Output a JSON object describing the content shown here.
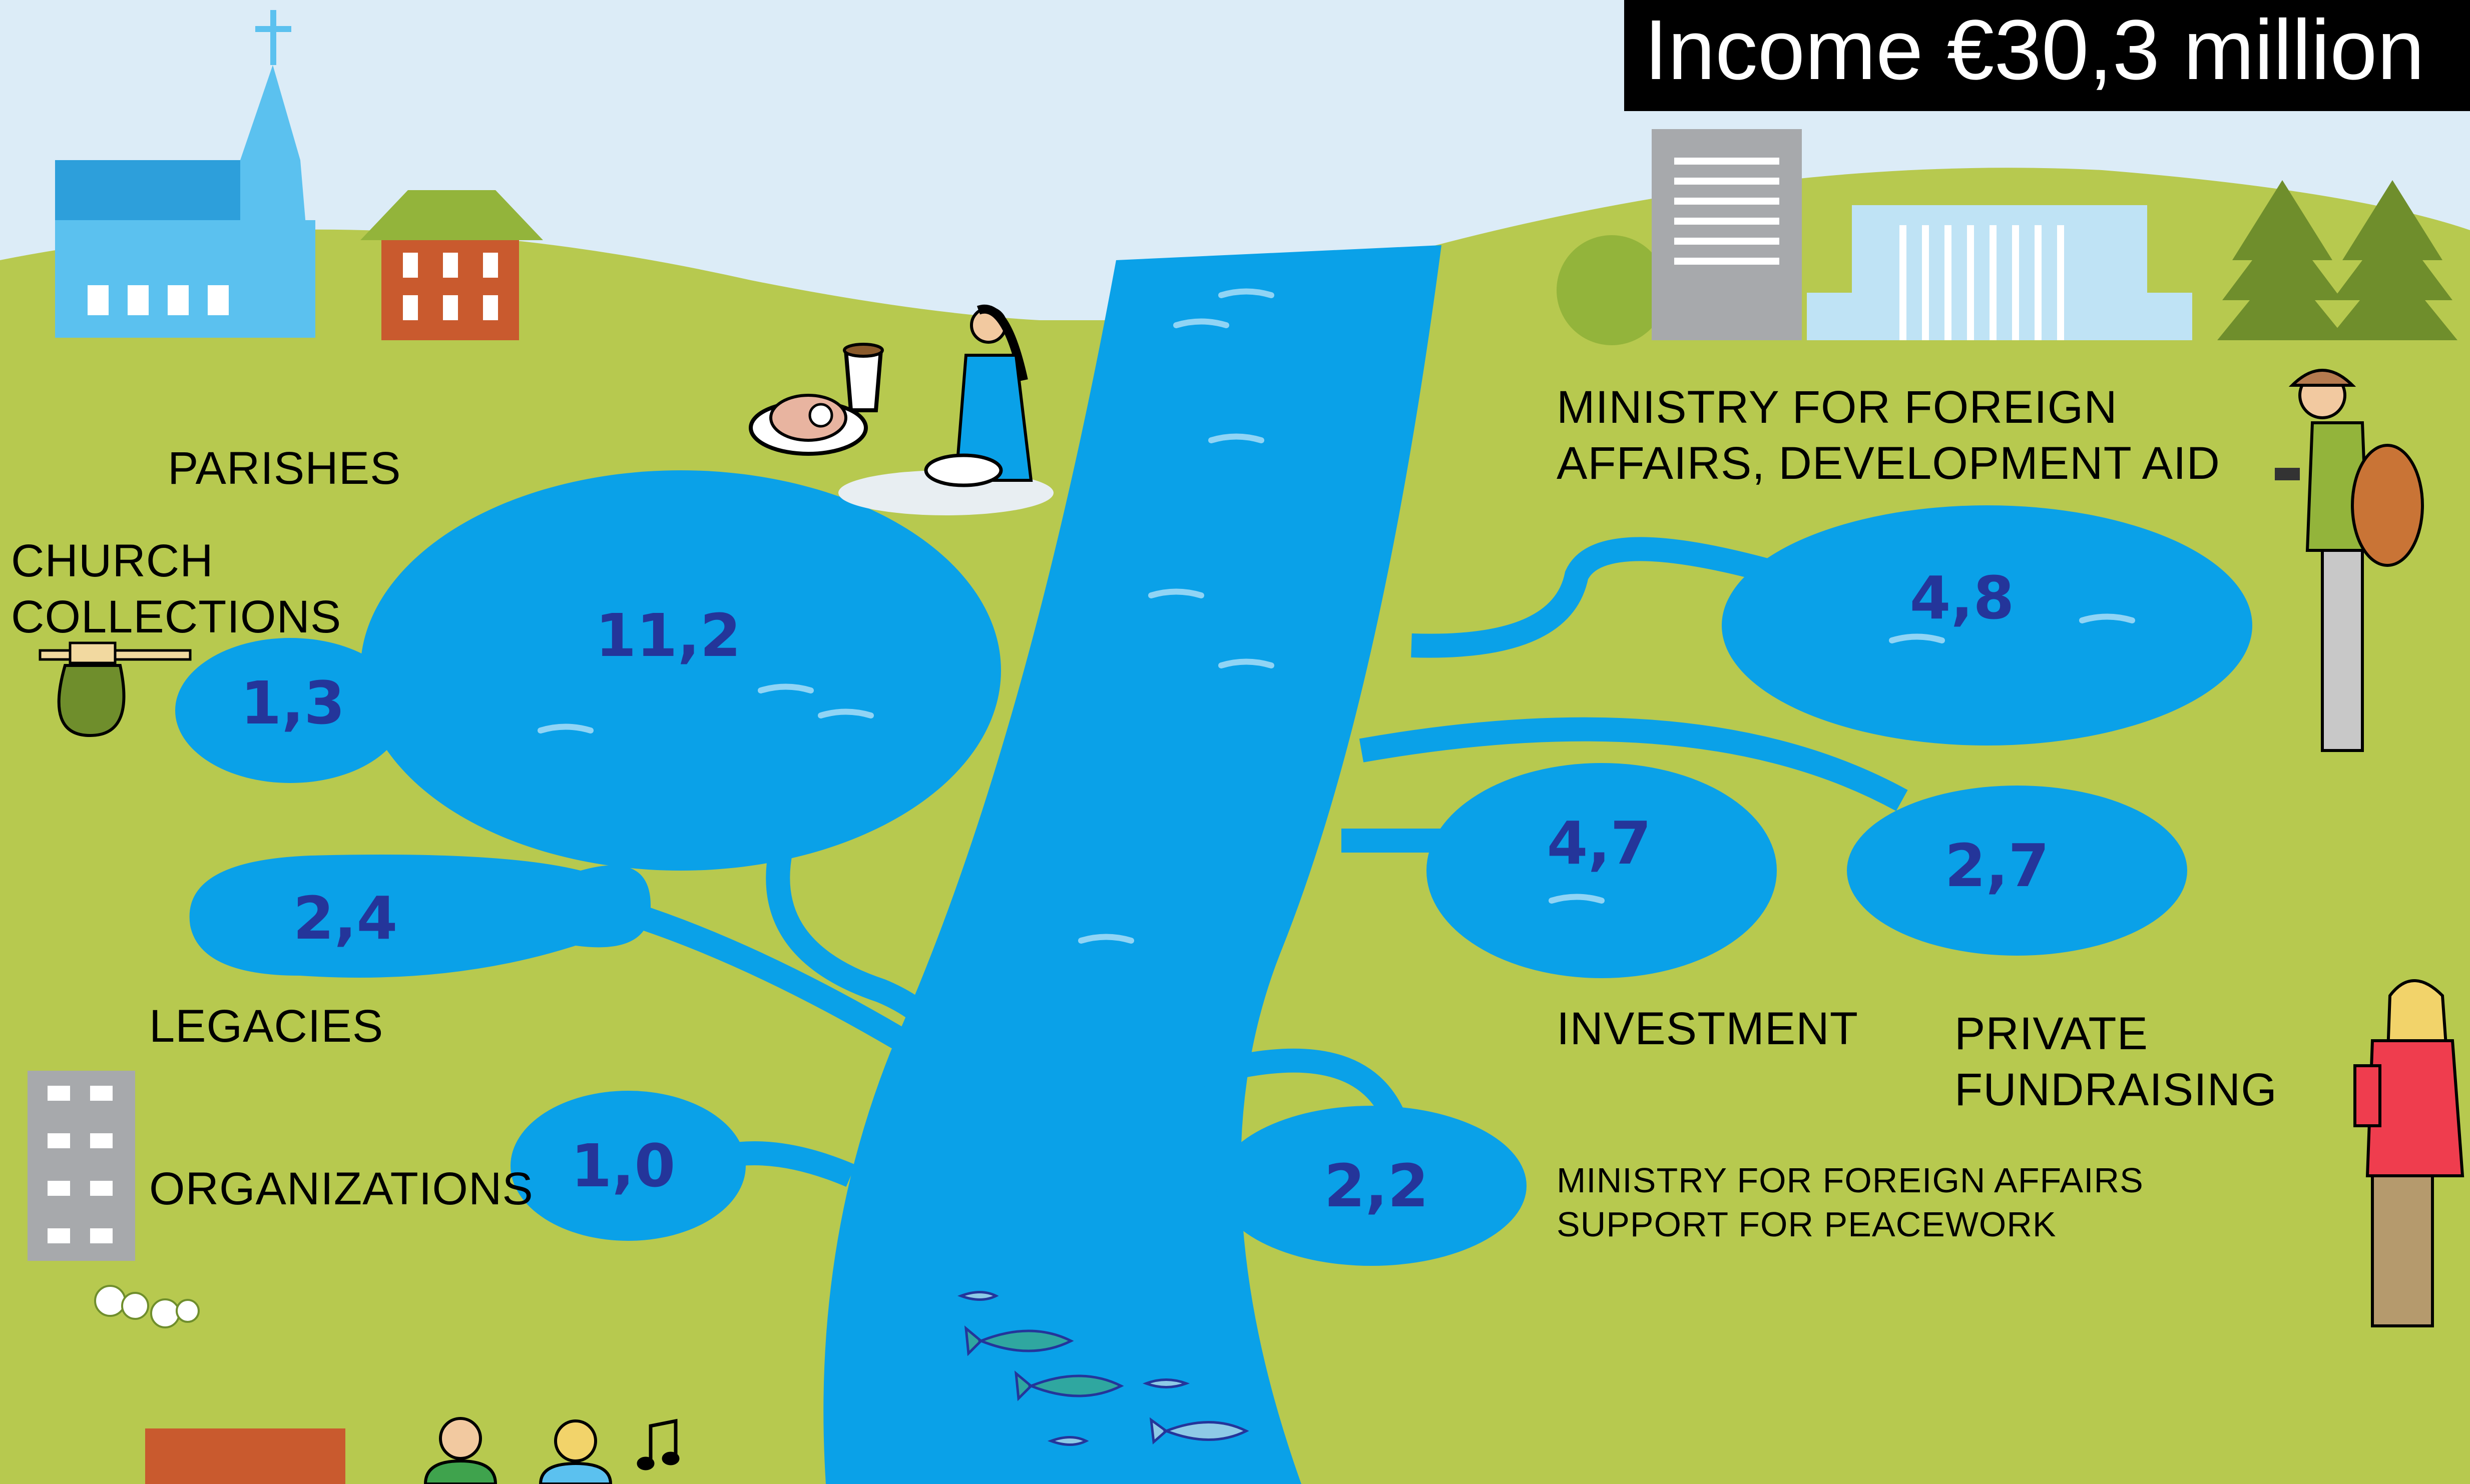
{
  "title": "Income €30,3 million",
  "colors": {
    "sky": "#dcecf7",
    "hill": "#b7c94f",
    "water": "#0aa1e8",
    "value_text": "#24359a",
    "label_text": "#000000"
  },
  "sources": [
    {
      "id": "parishes",
      "label": "PARISHES",
      "value": "11,2"
    },
    {
      "id": "church-collections",
      "label": "CHURCH COLLECTIONS",
      "label_lines": [
        "CHURCH",
        "COLLECTIONS"
      ],
      "value": "1,3"
    },
    {
      "id": "legacies",
      "label": "LEGACIES",
      "value": "2,4"
    },
    {
      "id": "organizations",
      "label": "ORGANIZATIONS",
      "value": "1,0"
    },
    {
      "id": "mfa-development-aid",
      "label_lines": [
        "MINISTRY FOR FOREIGN",
        "AFFAIRS, DEVELOPMENT AID"
      ],
      "value": "4,8"
    },
    {
      "id": "investment",
      "label": "INVESTMENT",
      "value": "4,7"
    },
    {
      "id": "private-fundraising",
      "label_lines": [
        "PRIVATE",
        "FUNDRAISING"
      ],
      "value": "2,7"
    },
    {
      "id": "mfa-peacework",
      "label_lines": [
        "MINISTRY FOR FOREIGN AFFAIRS",
        "SUPPORT FOR PEACEWORK"
      ],
      "value": "2,2"
    }
  ],
  "icons": [
    "church-icon",
    "house-icon",
    "office-building-icon",
    "government-building-icon",
    "tree-icon",
    "coffee-cup-icon",
    "pastry-plate-icon",
    "baking-woman-icon",
    "hiker-with-phone-icon",
    "fundraiser-woman-icon",
    "collection-bag-icon",
    "apartment-block-icon",
    "flowers-icon",
    "singers-icon",
    "music-note-icon",
    "fish-icon"
  ]
}
